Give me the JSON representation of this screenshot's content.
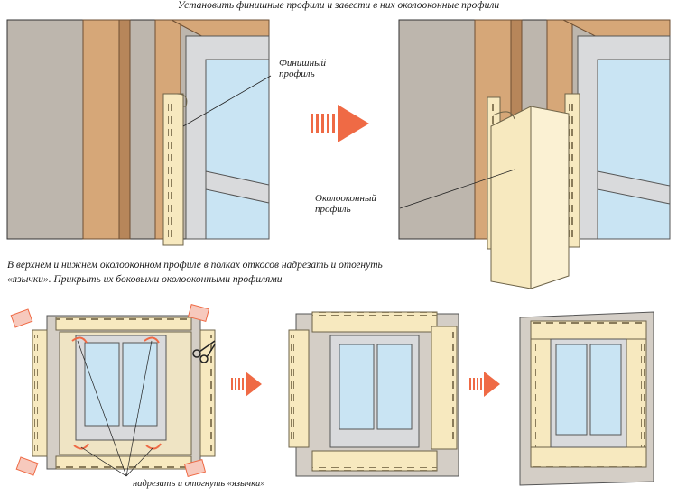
{
  "header_top": "Установить финишные профили и завести в них околооконные профили",
  "header_bottom_line1": "В верхнем и нижнем околооконном профиле в полках откосов надрезать и отогнуть",
  "header_bottom_line2": "«язычки». Прикрыть их боковыми околооконными профилями",
  "label_finish_line1": "Финишный",
  "label_finish_line2": "профиль",
  "label_casing_line1": "Околооконный",
  "label_casing_line2": "профиль",
  "label_tabs": "надрезать и отогнуть «язычки»",
  "colors": {
    "profile": "#f7e9bf",
    "wood": "#d6a778",
    "wall": "#bdb6ad",
    "glass": "#c9e4f3",
    "arrow": "#ef6a45",
    "frame": "#d9dadc"
  }
}
